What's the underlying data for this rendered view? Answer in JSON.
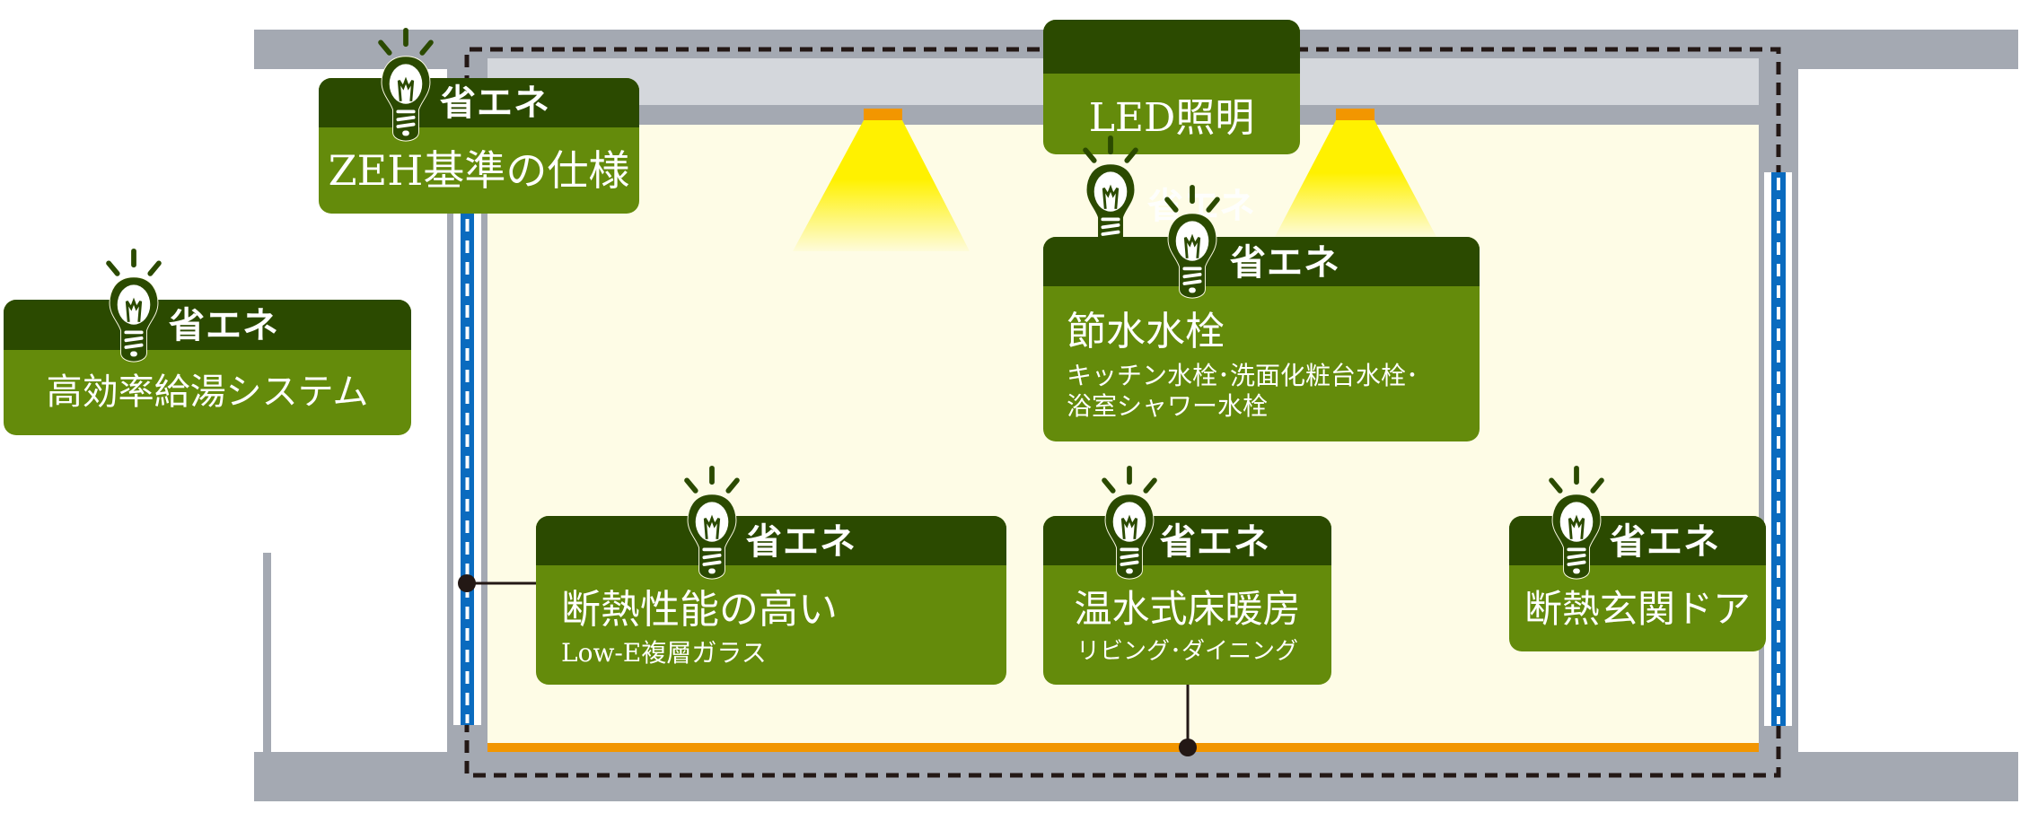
{
  "diagram": {
    "title": "省エネ住宅断面図",
    "colors": {
      "wall": "#a4a9b2",
      "ceiling": "#d4d7dc",
      "interior": "#fefce6",
      "window_glass": "#0a6bbf",
      "floor_heating": "#f29600",
      "lamp": "#f29600",
      "light_beam": "#fff100",
      "box_header": "#2b4a00",
      "box_body": "#648b0b",
      "outline_dash": "#231815"
    }
  },
  "badge_label": "省エネ",
  "boxes": {
    "zeh": {
      "badge": "省エネ",
      "title": "ZEH基準の仕様",
      "icon": "light-bulb-icon"
    },
    "boiler": {
      "badge": "省エネ",
      "title": "高効率給湯システム",
      "icon": "light-bulb-icon"
    },
    "led": {
      "badge": "",
      "title": "LED照明",
      "icon": "light-bulb-icon",
      "ghost_badge": "省エネ"
    },
    "water": {
      "badge": "省エネ",
      "title": "節水水栓",
      "sub_lines": [
        "キッチン水栓･洗面化粧台水栓･",
        "浴室シャワー水栓"
      ],
      "icon": "light-bulb-icon"
    },
    "glass": {
      "badge": "省エネ",
      "title": "断熱性能の高い",
      "sub": "Low-E複層ガラス",
      "icon": "light-bulb-icon"
    },
    "floor": {
      "badge": "省エネ",
      "title": "温水式床暖房",
      "sub": "リビング･ダイニング",
      "icon": "light-bulb-icon"
    },
    "door": {
      "badge": "省エネ",
      "title": "断熱玄関ドア",
      "icon": "light-bulb-icon"
    }
  }
}
